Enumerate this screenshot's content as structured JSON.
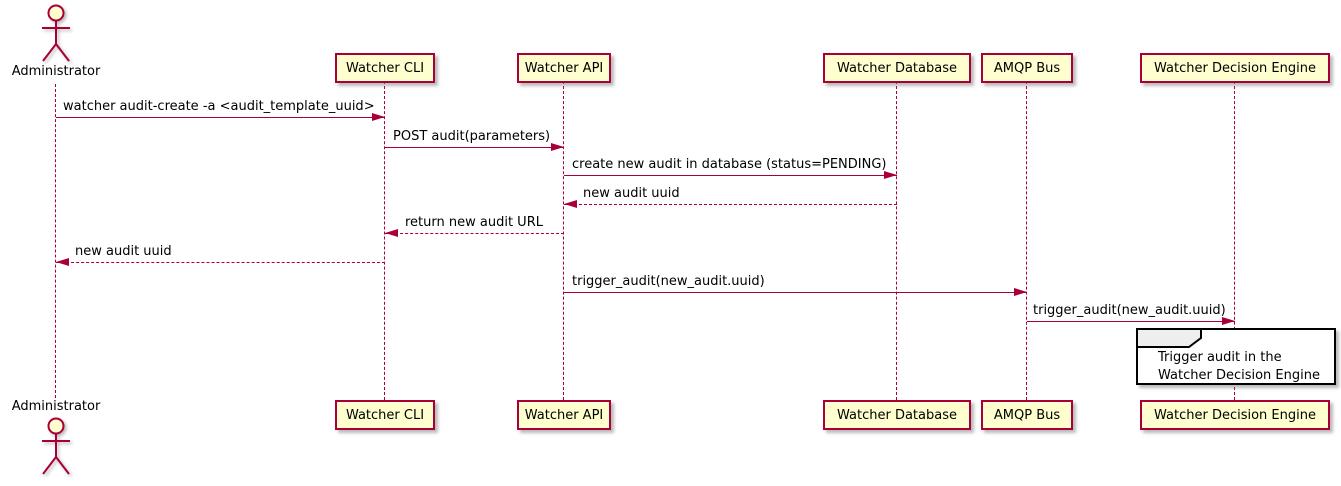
{
  "diagram_type": "plantuml-sequence",
  "colors": {
    "participant_fill": "#FEFECE",
    "participant_border": "#A80036",
    "line_color": "#A80036",
    "text_color": "#000000",
    "ref_tab_fill": "#EEEEEE",
    "ref_border": "#000000",
    "background": "#FFFFFF"
  },
  "actor": {
    "label": "Administrator"
  },
  "participants": [
    {
      "label": "Watcher CLI"
    },
    {
      "label": "Watcher API"
    },
    {
      "label": "Watcher Database"
    },
    {
      "label": "AMQP Bus"
    },
    {
      "label": "Watcher Decision Engine"
    }
  ],
  "messages": [
    {
      "from": "Administrator",
      "to": "Watcher CLI",
      "text": "watcher audit-create -a <audit_template_uuid>",
      "line": "solid"
    },
    {
      "from": "Watcher CLI",
      "to": "Watcher API",
      "text": "POST audit(parameters)",
      "line": "solid"
    },
    {
      "from": "Watcher API",
      "to": "Watcher Database",
      "text": "create new audit in database (status=PENDING)",
      "line": "solid"
    },
    {
      "from": "Watcher Database",
      "to": "Watcher API",
      "text": "new audit uuid",
      "line": "dashed"
    },
    {
      "from": "Watcher API",
      "to": "Watcher CLI",
      "text": "return new audit URL",
      "line": "dashed"
    },
    {
      "from": "Watcher CLI",
      "to": "Administrator",
      "text": "new audit uuid",
      "line": "dashed"
    },
    {
      "from": "Watcher API",
      "to": "AMQP Bus",
      "text": "trigger_audit(new_audit.uuid)",
      "line": "solid"
    },
    {
      "from": "AMQP Bus",
      "to": "Watcher Decision Engine",
      "text": "trigger_audit(new_audit.uuid)",
      "line": "solid"
    }
  ],
  "ref": {
    "keyword": "ref",
    "line1": "Trigger audit in the",
    "line2": "Watcher Decision Engine"
  }
}
